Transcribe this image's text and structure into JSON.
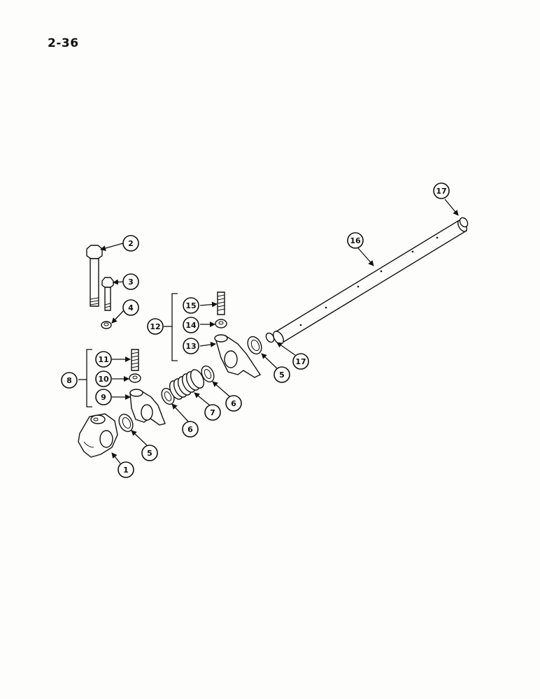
{
  "page": {
    "number": "2-36"
  },
  "callouts": [
    {
      "id": "c1",
      "label": "1"
    },
    {
      "id": "c2",
      "label": "2"
    },
    {
      "id": "c3",
      "label": "3"
    },
    {
      "id": "c4",
      "label": "4"
    },
    {
      "id": "c5a",
      "label": "5"
    },
    {
      "id": "c5b",
      "label": "5"
    },
    {
      "id": "c6a",
      "label": "6"
    },
    {
      "id": "c6b",
      "label": "6"
    },
    {
      "id": "c7",
      "label": "7"
    },
    {
      "id": "c8",
      "label": "8"
    },
    {
      "id": "c9",
      "label": "9"
    },
    {
      "id": "c10",
      "label": "10"
    },
    {
      "id": "c11",
      "label": "11"
    },
    {
      "id": "c12",
      "label": "12"
    },
    {
      "id": "c13",
      "label": "13"
    },
    {
      "id": "c14",
      "label": "14"
    },
    {
      "id": "c15",
      "label": "15"
    },
    {
      "id": "c16",
      "label": "16"
    },
    {
      "id": "c17a",
      "label": "17"
    },
    {
      "id": "c17b",
      "label": "17"
    }
  ]
}
